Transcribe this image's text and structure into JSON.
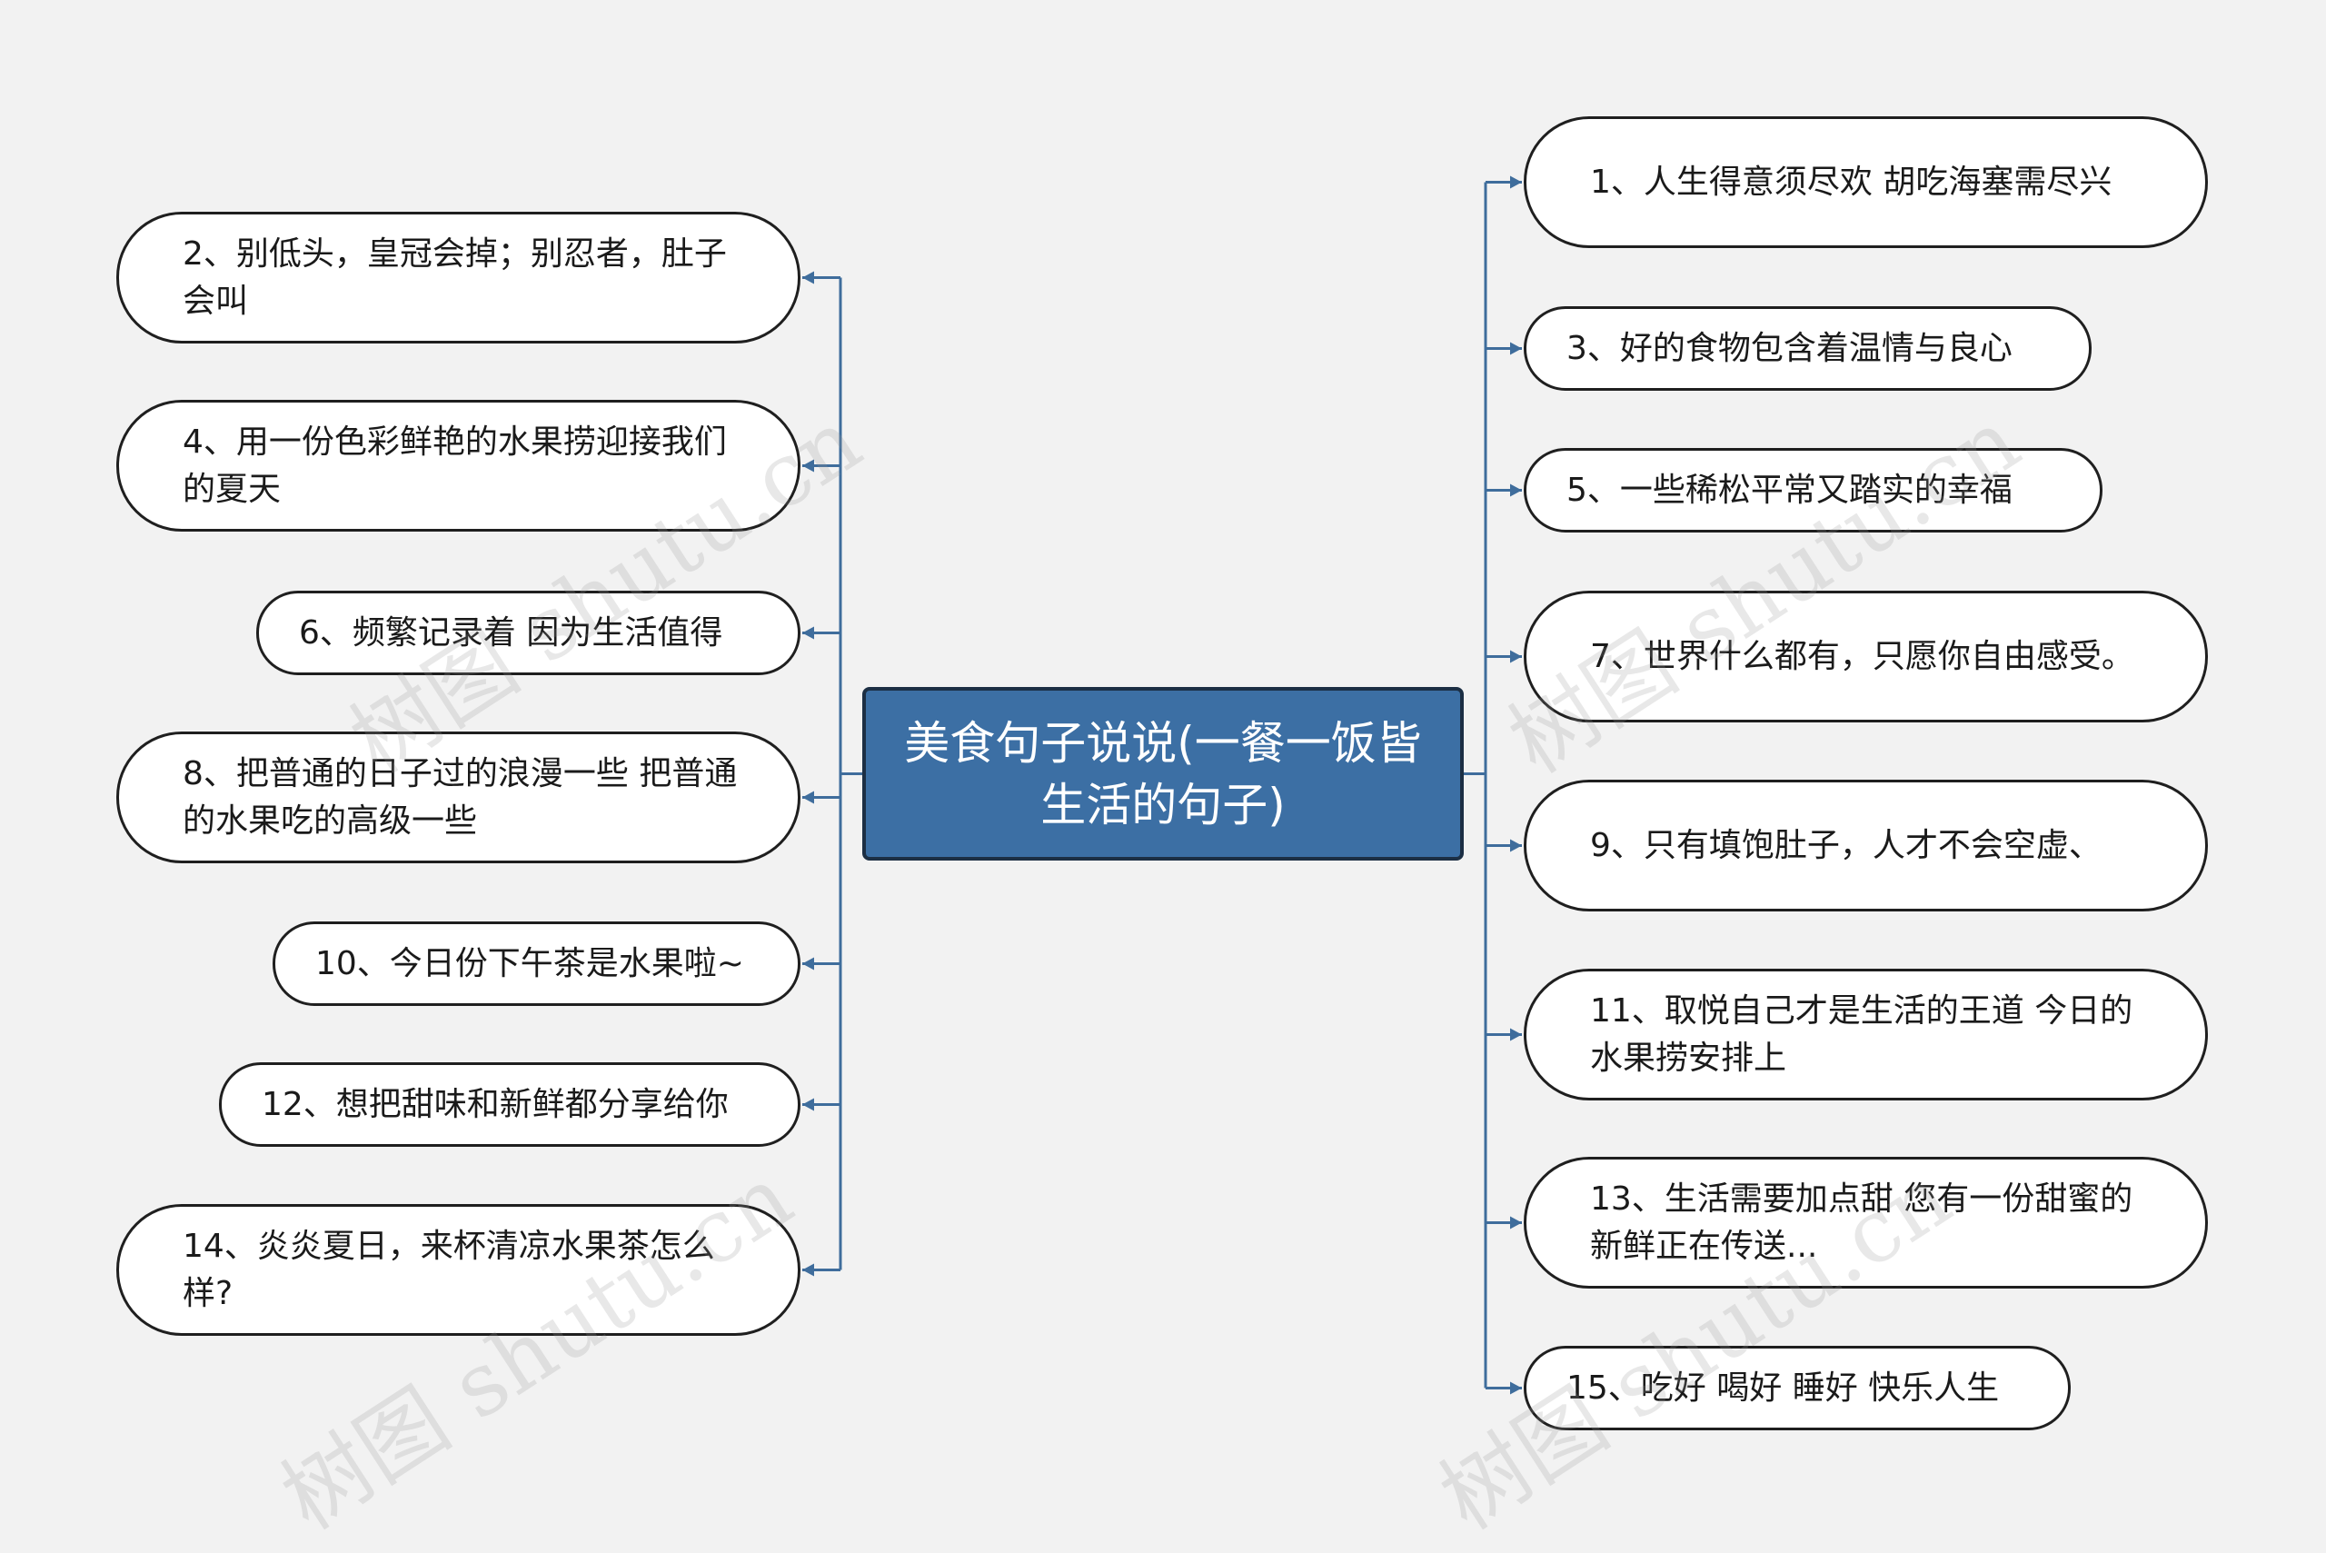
{
  "center": {
    "label": "美食句子说说(一餐一饭皆生活的句子)"
  },
  "left_nodes": [
    {
      "label": "2、别低头，皇冠会掉；别忍者，肚子会叫"
    },
    {
      "label": "4、用一份色彩鲜艳的水果捞迎接我们的夏天"
    },
    {
      "label": "6、频繁记录着 因为生活值得"
    },
    {
      "label": "8、把普通的日子过的浪漫一些 把普通的水果吃的高级一些"
    },
    {
      "label": "10、今日份下午茶是水果啦~"
    },
    {
      "label": "12、想把甜味和新鲜都分享给你"
    },
    {
      "label": "14、炎炎夏日，来杯清凉水果茶怎么样?"
    }
  ],
  "right_nodes": [
    {
      "label": "1、人生得意须尽欢 胡吃海塞需尽兴"
    },
    {
      "label": "3、好的食物包含着温情与良心"
    },
    {
      "label": "5、一些稀松平常又踏实的幸福"
    },
    {
      "label": "7、世界什么都有，只愿你自由感受。"
    },
    {
      "label": "9、只有填饱肚子，人才不会空虚、"
    },
    {
      "label": "11、取悦自己才是生活的王道 今日的水果捞安排上"
    },
    {
      "label": "13、生活需要加点甜 您有一份甜蜜的新鲜正在传送..."
    },
    {
      "label": "15、吃好 喝好 睡好 快乐人生"
    }
  ],
  "watermark": {
    "text": "树图 shutu.cn"
  },
  "colors": {
    "connector": "#3f6d9c",
    "center_fill": "#3c6fa4",
    "node_border": "#1f1f1f",
    "background": "#f2f2f2"
  }
}
